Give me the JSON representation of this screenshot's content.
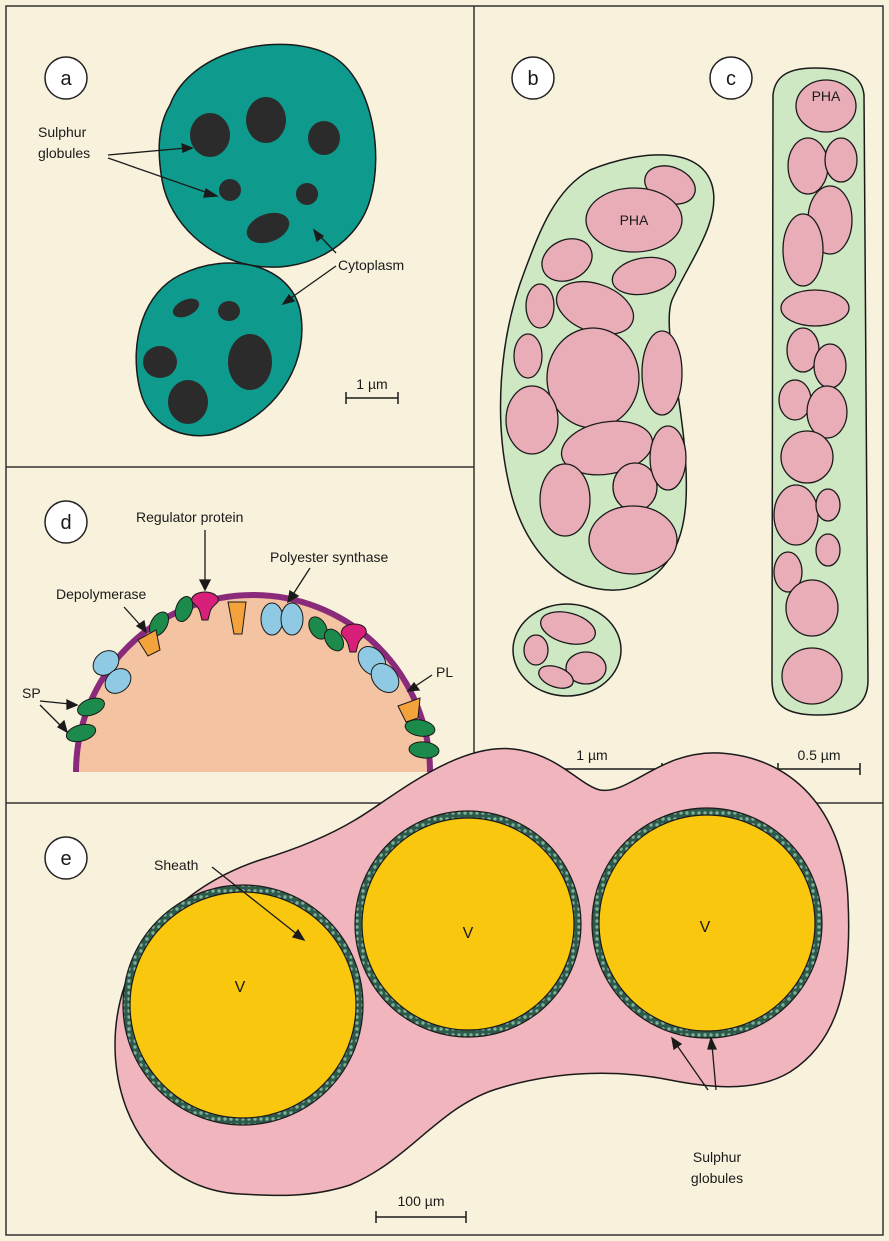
{
  "panels": {
    "a": {
      "letter": "a",
      "sulphur_label_1": "Sulphur",
      "sulphur_label_2": "globules",
      "cytoplasm_label": "Cytoplasm",
      "scale_label": "1 µm"
    },
    "b": {
      "letter": "b",
      "pha_label": "PHA",
      "scale_label": "1 µm"
    },
    "c": {
      "letter": "c",
      "pha_label": "PHA",
      "scale_label": "0.5 µm"
    },
    "d": {
      "letter": "d",
      "regulator_label": "Regulator protein",
      "synthase_label": "Polyester synthase",
      "depolymerase_label": "Depolymerase",
      "sp_label": "SP",
      "pl_label": "PL"
    },
    "e": {
      "letter": "e",
      "sheath_label": "Sheath",
      "vacuole_label": "V",
      "sulphur_label_1": "Sulphur",
      "sulphur_label_2": "globules",
      "scale_label": "100 µm"
    }
  },
  "colors": {
    "background": "#f8f1dc",
    "cytoplasm_teal": "#0e9a8c",
    "globule_dark": "#2b2b2b",
    "cell_green": "#cfe8c4",
    "pha_pink": "#e9adb7",
    "sheath_pink": "#f0b5bd",
    "vacuole_yellow": "#f9c80e",
    "granule_peach": "#f4c3a2",
    "membrane_purple": "#8a2a7a",
    "synthase_blue": "#8fc9e4",
    "sp_green": "#1b8a4a",
    "depolymerase_orange": "#f3a23c",
    "regulator_magenta": "#d8207a"
  }
}
